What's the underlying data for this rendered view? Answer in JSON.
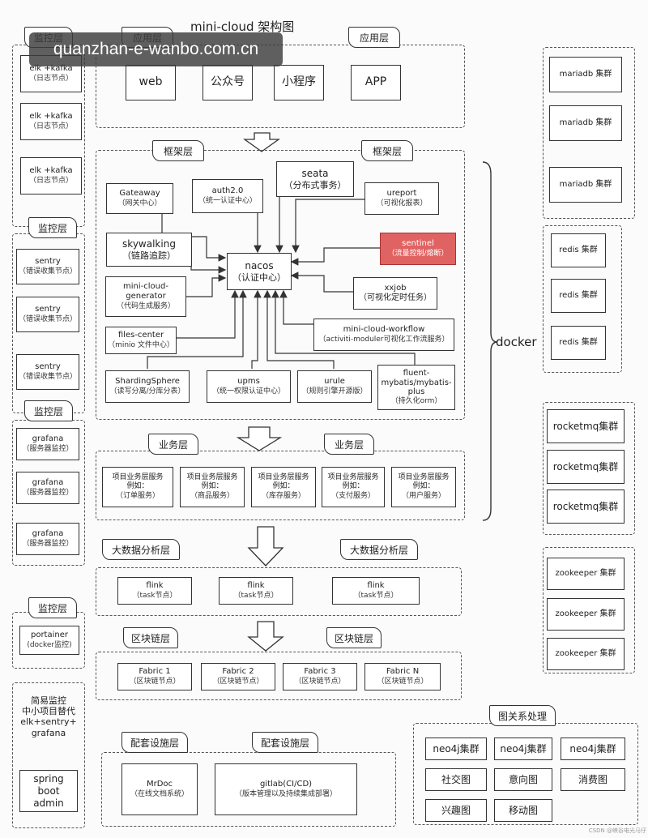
{
  "title": "mini-cloud 架构图",
  "watermark": "quanzhan-e-wanbo.com.cn",
  "credit": "CSDN @峡谷电光马仔",
  "docker_label": "docker",
  "layers": {
    "app": "应用层",
    "framework": "框架层",
    "business": "业务层",
    "bigdata": "大数据分析层",
    "blockchain": "区块链层",
    "support": "配套设施层",
    "graph": "图关系处理",
    "monitor": "监控层"
  },
  "app_items": [
    "web",
    "公众号",
    "小程序",
    "APP"
  ],
  "monitor_elk": [
    {
      "name": "elk +kafka",
      "sub": "（日志节点）"
    },
    {
      "name": "elk +kafka",
      "sub": "（日志节点）"
    },
    {
      "name": "elk +kafka",
      "sub": "（日志节点）"
    }
  ],
  "monitor_sentry": [
    {
      "name": "sentry",
      "sub": "（错误收集节点）"
    },
    {
      "name": "sentry",
      "sub": "（错误收集节点）"
    },
    {
      "name": "sentry",
      "sub": "（错误收集节点）"
    }
  ],
  "monitor_grafana": [
    {
      "name": "grafana",
      "sub": "（服务器监控）"
    },
    {
      "name": "grafana",
      "sub": "（服务器监控）"
    },
    {
      "name": "grafana",
      "sub": "（服务器监控）"
    }
  ],
  "portainer": {
    "name": "portainer",
    "sub": "(docker监控)"
  },
  "simple_monitor": {
    "title": "简易监控\n中小项目替代\nelk+sentry+\ngrafana",
    "box": "spring\nboot\nadmin"
  },
  "framework": {
    "nacos": {
      "name": "nacos",
      "sub": "（认证中心）"
    },
    "gateway": {
      "name": "Gateaway",
      "sub": "（网关中心）"
    },
    "auth": {
      "name": "auth2.0",
      "sub": "（统一认证中心）"
    },
    "seata": {
      "name": "seata",
      "sub": "（分布式事务）"
    },
    "ureport": {
      "name": "ureport",
      "sub": "（可视化报表）"
    },
    "skywalking": {
      "name": "skywalking",
      "sub": "（链路追踪）"
    },
    "sentinel": {
      "name": "sentinel",
      "sub": "（流量控制/熔断）"
    },
    "generator": {
      "name": "mini-cloud-\ngenerator",
      "sub": "（代码生成服务）"
    },
    "xxjob": {
      "name": "xxjob",
      "sub": "（可视化定时任务）"
    },
    "files": {
      "name": "files-center",
      "sub": "（minio 文件中心）"
    },
    "workflow": {
      "name": "mini-cloud-workflow",
      "sub": "（activiti-moduler可视化工作流服务）"
    },
    "sharding": {
      "name": "ShardingSphere",
      "sub": "（读写分离/分库分表）"
    },
    "upms": {
      "name": "upms",
      "sub": "（统一权限认证中心）"
    },
    "urule": {
      "name": "urule",
      "sub": "（规则引擎开源版）"
    },
    "mybatis": {
      "name": "fluent-\nmybatis/mybatis-\nplus",
      "sub": "（持久化orm）"
    }
  },
  "business": [
    {
      "name": "项目业务层服务\n例如：",
      "sub": "（订单服务）"
    },
    {
      "name": "项目业务层服务\n例如：",
      "sub": "（商品服务）"
    },
    {
      "name": "项目业务层服务\n例如：",
      "sub": "（库存服务）"
    },
    {
      "name": "项目业务层服务\n例如：",
      "sub": "（支付服务）"
    },
    {
      "name": "项目业务层服务\n例如：",
      "sub": "（用户服务）"
    }
  ],
  "bigdata": [
    {
      "name": "flink",
      "sub": "（task节点）"
    },
    {
      "name": "flink",
      "sub": "（task节点）"
    },
    {
      "name": "flink",
      "sub": "（task节点）"
    }
  ],
  "blockchain": [
    {
      "name": "Fabric 1",
      "sub": "（区块链节点）"
    },
    {
      "name": "Fabric 2",
      "sub": "（区块链节点）"
    },
    {
      "name": "Fabric 3",
      "sub": "（区块链节点）"
    },
    {
      "name": "Fabric N",
      "sub": "（区块链节点）"
    }
  ],
  "support": [
    {
      "name": "MrDoc",
      "sub": "（在线文档系统）"
    },
    {
      "name": "gitlab(CI/CD)",
      "sub": "（版本管理以及持续集成部署）"
    }
  ],
  "graph": [
    "neo4j集群",
    "neo4j集群",
    "neo4j集群",
    "社交图",
    "意向图",
    "消费图",
    "兴趣图",
    "移动图"
  ],
  "right": {
    "mariadb": [
      "mariadb 集群",
      "mariadb 集群",
      "mariadb 集群"
    ],
    "redis": [
      "redis 集群",
      "redis 集群",
      "redis 集群"
    ],
    "rocketmq": [
      "rocketmq集群",
      "rocketmq集群",
      "rocketmq集群"
    ],
    "zookeeper": [
      "zookeeper 集群",
      "zookeeper 集群",
      "zookeeper 集群"
    ]
  }
}
